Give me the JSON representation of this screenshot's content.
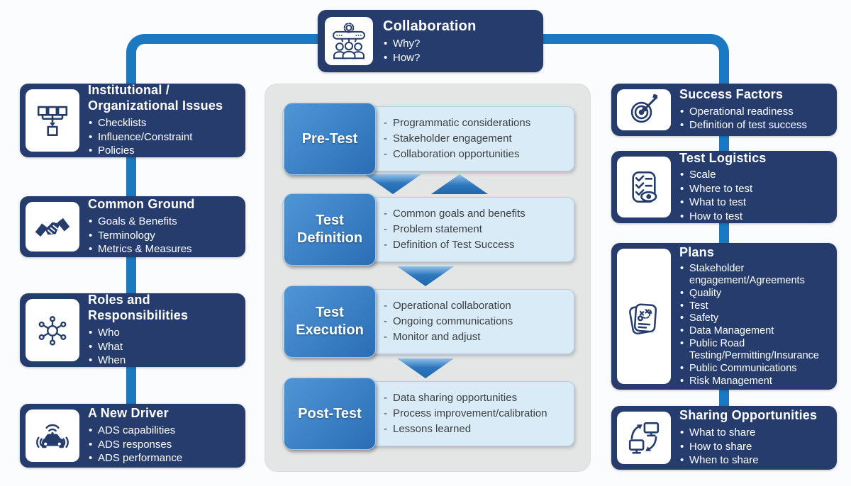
{
  "colors": {
    "navy": "#253c6d",
    "connector": "#1b79c1",
    "panel": "#e4e5e5",
    "light_box": "#d9ebf7",
    "label_blue": "#2e77bd",
    "background": "#fbfcfd",
    "item_text": "#3d4042"
  },
  "top_box": {
    "title": "Collaboration",
    "items": [
      "Why?",
      "How?"
    ],
    "icon": "people-gear"
  },
  "left_column": [
    {
      "title": "Institutional / Organizational Issues",
      "items": [
        "Checklists",
        "Influence/Constraint",
        "Policies"
      ],
      "icon": "org-chart"
    },
    {
      "title": "Common Ground",
      "items": [
        "Goals & Benefits",
        "Terminology",
        "Metrics & Measures"
      ],
      "icon": "handshake"
    },
    {
      "title": "Roles and Responsibilities",
      "items": [
        "Who",
        "What",
        "When"
      ],
      "icon": "hub-spoke"
    },
    {
      "title": "A New Driver",
      "items": [
        "ADS capabilities",
        "ADS responses",
        "ADS performance"
      ],
      "icon": "connected-car"
    }
  ],
  "right_column": [
    {
      "title": "Success Factors",
      "items": [
        "Operational readiness",
        "Definition of test success"
      ],
      "icon": "target-arrow"
    },
    {
      "title": "Test Logistics",
      "items": [
        "Scale",
        "Where to test",
        "What to test",
        "How to test"
      ],
      "icon": "checklist-eye"
    },
    {
      "title": "Plans",
      "items": [
        "Stakeholder engagement/Agreements",
        "Quality",
        "Test",
        "Safety",
        "Data Management",
        "Public Road Testing/Permitting/Insurance",
        "Public Communications",
        "Risk Management"
      ],
      "icon": "strategy-papers"
    },
    {
      "title": "Sharing Opportunities",
      "items": [
        "What to share",
        "How to share",
        "When to share"
      ],
      "icon": "share-screens"
    }
  ],
  "process": {
    "steps": [
      {
        "label": "Pre-Test",
        "items": [
          "Programmatic considerations",
          "Stakeholder engagement",
          "Collaboration opportunities"
        ]
      },
      {
        "label": "Test Definition",
        "items": [
          "Common goals and benefits",
          "Problem statement",
          "Definition of Test Success"
        ]
      },
      {
        "label": "Test Execution",
        "items": [
          "Operational collaboration",
          "Ongoing communications",
          "Monitor and adjust"
        ]
      },
      {
        "label": "Post-Test",
        "items": [
          "Data sharing opportunities",
          "Process improvement/calibration",
          "Lessons learned"
        ]
      }
    ]
  }
}
